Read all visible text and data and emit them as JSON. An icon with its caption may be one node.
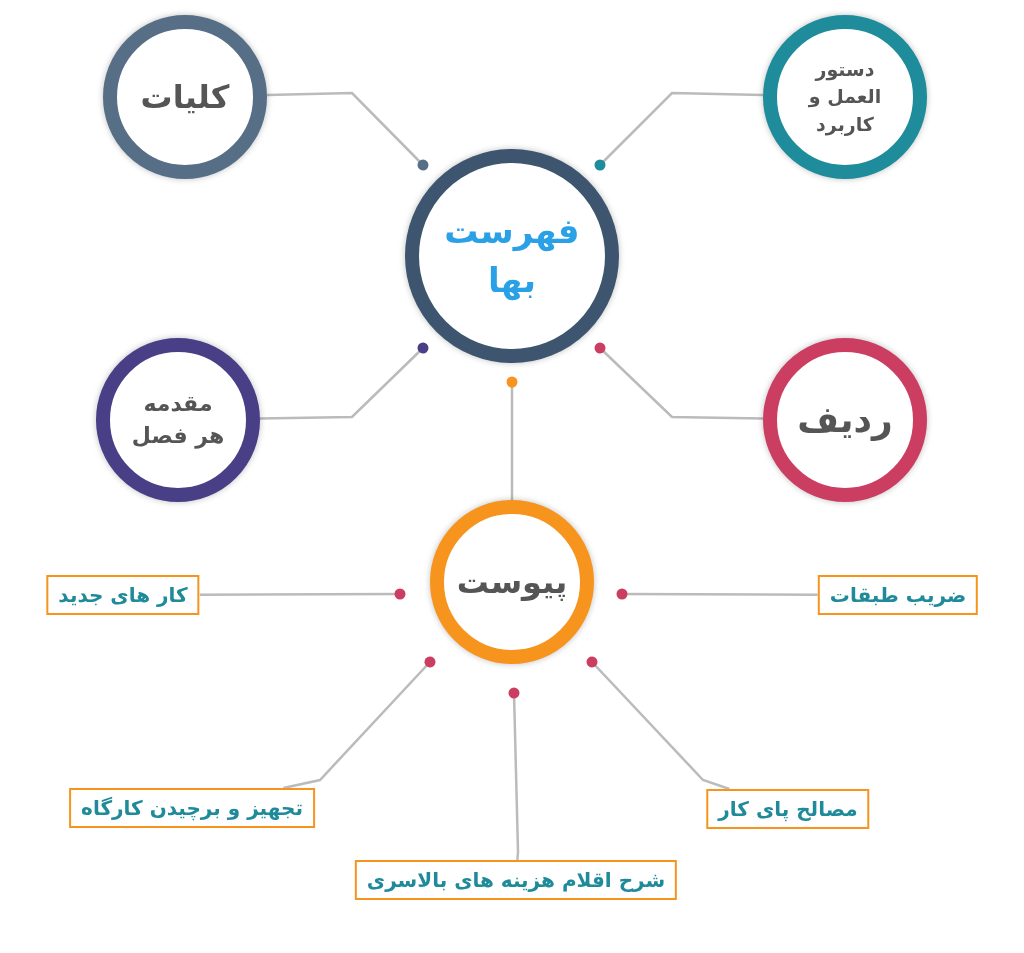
{
  "diagram": {
    "nodes": [
      {
        "text": [
          "فهرست بها"
        ]
      },
      {
        "text": [
          "کلیات"
        ]
      },
      {
        "text": [
          "دستور العمل و کاربرد"
        ]
      },
      {
        "text": [
          "مقدمه هر فصل"
        ]
      },
      {
        "text": [
          "ردیف"
        ]
      },
      {
        "text": [
          "پیوست"
        ]
      },
      {
        "text": [
          "کار های جدید"
        ]
      },
      {
        "text": [
          "ضریب طبقات"
        ]
      },
      {
        "text": [
          "تجهیز و برچیدن کارگاه"
        ]
      },
      {
        "text": [
          "مصالح پای کار"
        ]
      },
      {
        "text": [
          "شرح اقلام هزینه های بالاسری"
        ]
      }
    ],
    "edges": [
      {
        "from": 0,
        "to": 1,
        "arrow": "other"
      },
      {
        "from": 0,
        "to": 2,
        "arrow": "other"
      },
      {
        "from": 0,
        "to": 3,
        "arrow": "other"
      },
      {
        "from": 0,
        "to": 4,
        "arrow": "other"
      },
      {
        "from": 0,
        "to": 5,
        "arrow": "other"
      },
      {
        "from": 5,
        "to": 6,
        "arrow": "other"
      },
      {
        "from": 5,
        "to": 7,
        "arrow": "other"
      },
      {
        "from": 5,
        "to": 8,
        "arrow": "other"
      },
      {
        "from": 5,
        "to": 9,
        "arrow": "other"
      },
      {
        "from": 5,
        "to": 10,
        "arrow": "other"
      }
    ]
  }
}
